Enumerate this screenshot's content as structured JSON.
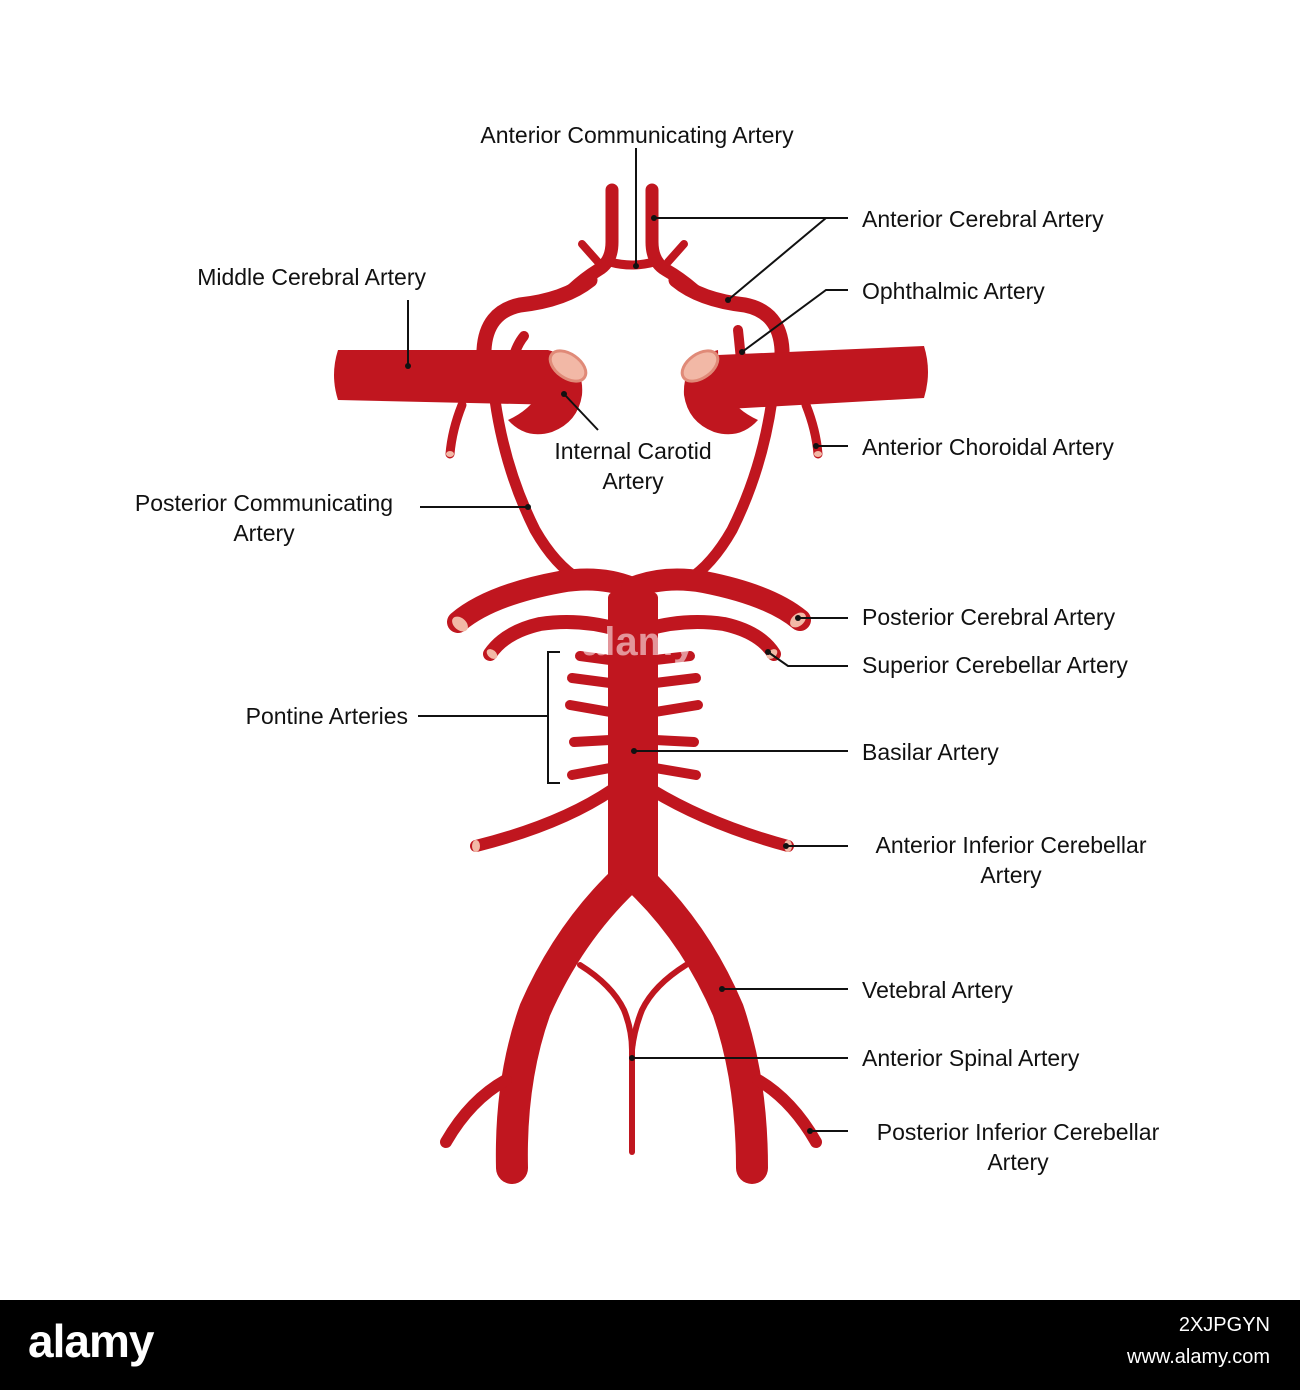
{
  "colors": {
    "artery": "#c0161f",
    "lumen": "#f2b8a6",
    "lumen_edge": "#e08a78",
    "line": "#111111"
  },
  "labels": {
    "anterior_communicating": "Anterior Communicating Artery",
    "anterior_cerebral": "Anterior Cerebral Artery",
    "middle_cerebral": "Middle Cerebral Artery",
    "ophthalmic": "Ophthalmic Artery",
    "internal_carotid": "Internal Carotid Artery",
    "anterior_choroidal": "Anterior Choroidal Artery",
    "posterior_communicating": "Posterior Communicating Artery",
    "posterior_cerebral": "Posterior Cerebral Artery",
    "superior_cerebellar": "Superior Cerebellar Artery",
    "pontine": "Pontine Arteries",
    "basilar": "Basilar Artery",
    "anterior_inferior_cerebellar": "Anterior Inferior Cerebellar Artery",
    "vertebral": "Vetebral Artery",
    "anterior_spinal": "Anterior Spinal Artery",
    "posterior_inferior_cerebellar": "Posterior Inferior Cerebellar Artery"
  },
  "watermark": "alamy",
  "footer": {
    "brand": "alamy",
    "image_id": "2XJPGYN",
    "site": "www.alamy.com"
  }
}
